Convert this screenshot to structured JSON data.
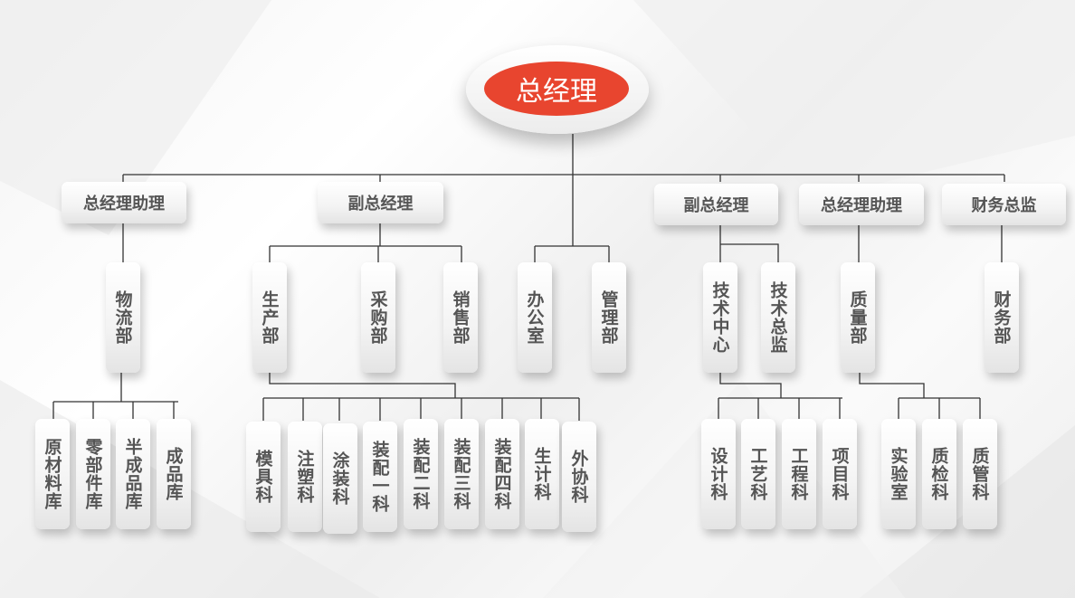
{
  "ceo": "总经理",
  "level2": [
    "总经理助理",
    "副总经理",
    "副总经理",
    "总经理助理",
    "财务总监"
  ],
  "level3": [
    "物流部",
    "生产部",
    "采购部",
    "销售部",
    "办公室",
    "管理部",
    "技术中心",
    "技术总监",
    "质量部",
    "财务部"
  ],
  "level4": [
    "原材料库",
    "零部件库",
    "半成品库",
    "成品库",
    "模具科",
    "注塑科",
    "涂装科",
    "装配一科",
    "装配二科",
    "装配三科",
    "装配四科",
    "生计科",
    "外协科",
    "设计科",
    "工艺科",
    "工程科",
    "项目科",
    "实验室",
    "质检科",
    "质管科"
  ],
  "colors": {
    "ceo": "#e8452f",
    "text": "#555555",
    "line": "#333333"
  }
}
